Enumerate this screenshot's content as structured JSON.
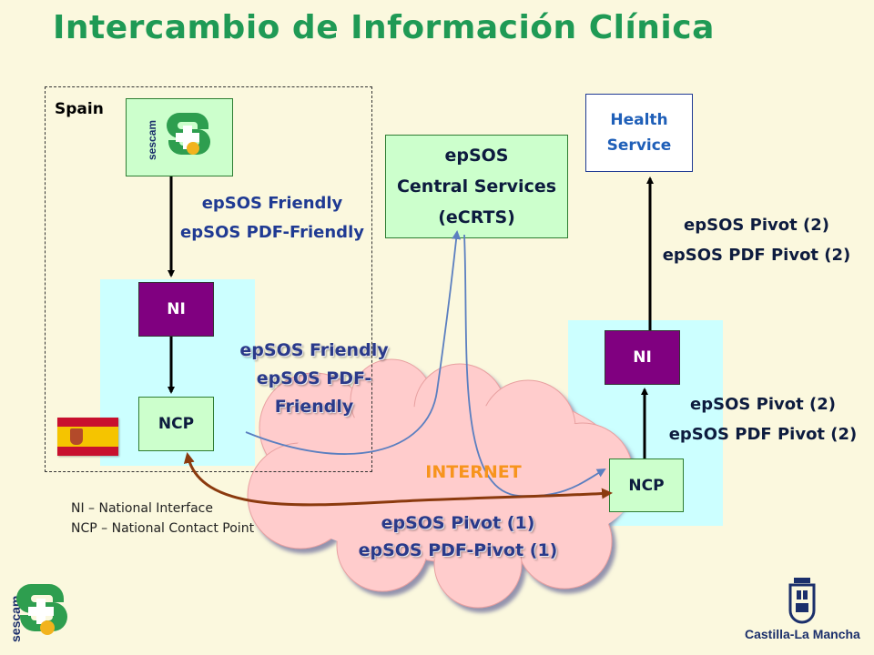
{
  "title": "Intercambio de Información Clínica",
  "spain_label": "Spain",
  "spain_node": {
    "ni": "NI",
    "ncp": "NCP"
  },
  "remote_node": {
    "ni": "NI",
    "ncp": "NCP"
  },
  "central": {
    "line1": "epSOS",
    "line2": "Central Services",
    "line3": "(eCRTS)"
  },
  "health_service": {
    "line1": "Health",
    "line2": "Service"
  },
  "labels": {
    "sescam_to_ni": [
      "epSOS Friendly",
      "epSOS PDF-Friendly"
    ],
    "ncp_to_central": [
      "epSOS Friendly",
      "epSOS PDF-",
      "Friendly"
    ],
    "ni_to_health": [
      "epSOS Pivot (2)",
      "epSOS PDF Pivot (2)"
    ],
    "ncp_to_ni": [
      "epSOS Pivot (2)",
      "epSOS PDF Pivot (2)"
    ],
    "ncp_to_ncp": [
      "epSOS Pivot (1)",
      "epSOS PDF-Pivot (1)"
    ]
  },
  "internet_label": "INTERNET",
  "legend": [
    "NI – National Interface",
    "NCP – National Contact Point"
  ],
  "logos": {
    "sescam": "sescam",
    "castilla": "Castilla-La Mancha"
  },
  "colors": {
    "title": "#1F9A55",
    "arrow_blue": "#5B7FC0",
    "arrow_brown": "#8B3A0E",
    "ni_purple": "#800080",
    "cloud": "#FFCCCC"
  }
}
